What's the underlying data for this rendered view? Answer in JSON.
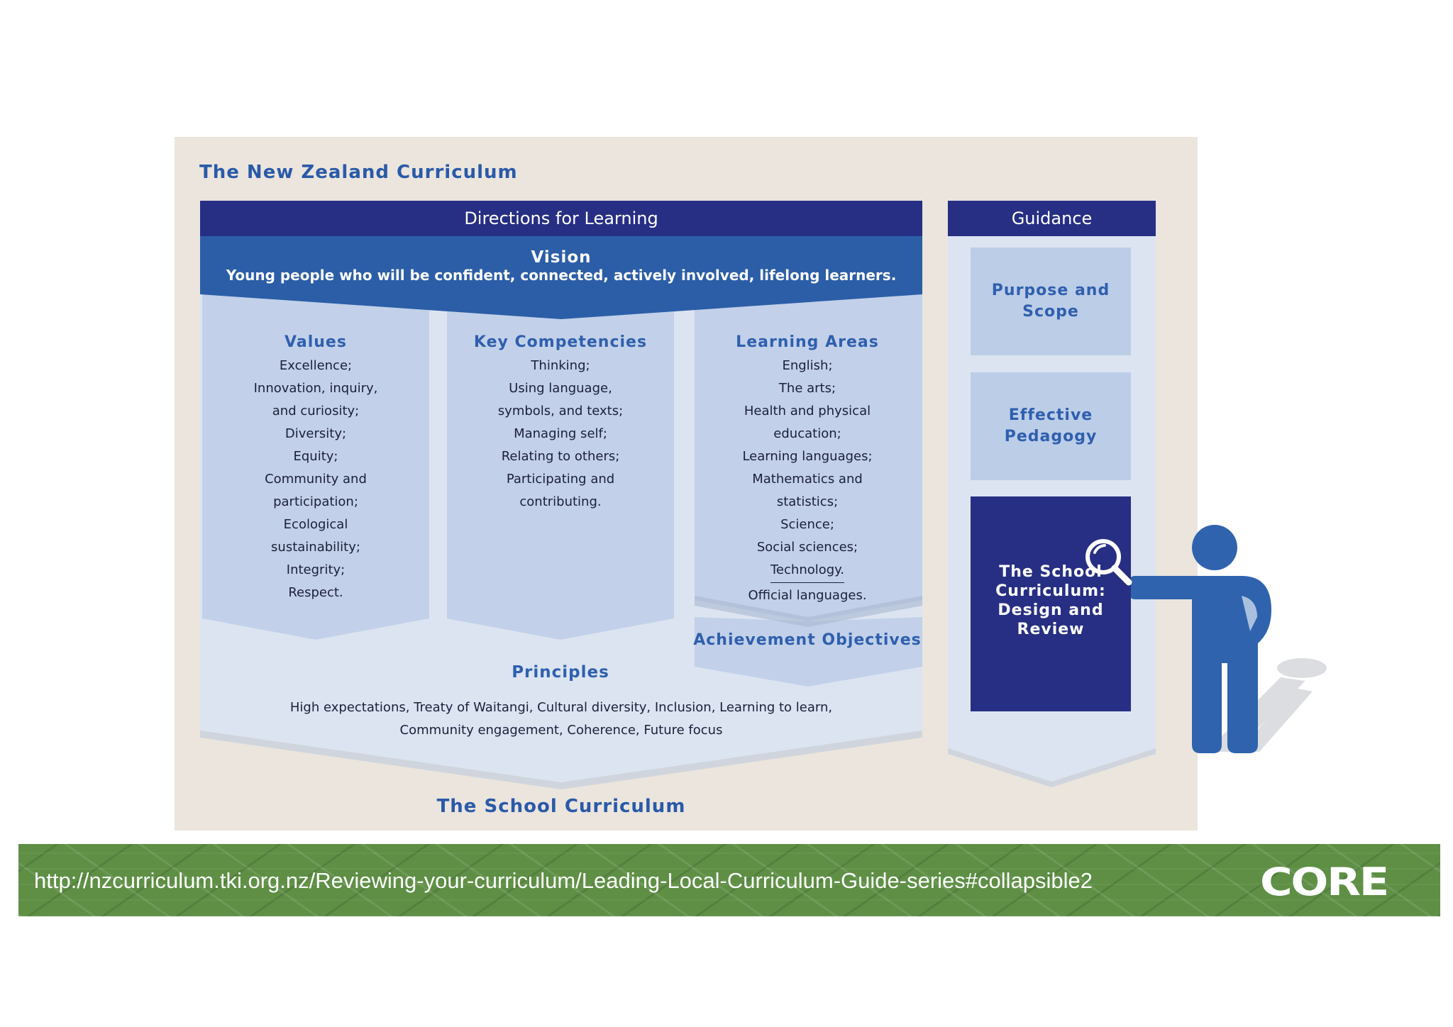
{
  "diagram": {
    "title": "The New Zealand Curriculum",
    "directions": "Directions for Learning",
    "vision_title": "Vision",
    "vision_text": "Young people who will be confident, connected, actively involved, lifelong learners.",
    "values": {
      "title": "Values",
      "items": [
        "Excellence;",
        "Innovation, inquiry,",
        "and curiosity;",
        "Diversity;",
        "Equity;",
        "Community and",
        "participation;",
        "Ecological",
        "sustainability;",
        "Integrity;",
        "Respect."
      ]
    },
    "key_competencies": {
      "title": "Key Competencies",
      "items": [
        "Thinking;",
        "Using language,",
        "symbols, and texts;",
        "Managing self;",
        "Relating to others;",
        "Participating and",
        "contributing."
      ]
    },
    "learning_areas": {
      "title": "Learning Areas",
      "items": [
        "English;",
        "The arts;",
        "Health and physical",
        "education;",
        "Learning languages;",
        "Mathematics and",
        "statistics;",
        "Science;",
        "Social sciences;",
        "Technology.",
        "Official languages."
      ]
    },
    "achievement_objectives": "Achievement Objectives",
    "principles_title": "Principles",
    "principles_text": "High expectations, Treaty of Waitangi, Cultural diversity, Inclusion, Learning to learn, Community engagement, Coherence, Future focus",
    "school_curriculum": "The School Curriculum",
    "guidance": {
      "title": "Guidance",
      "purpose": "Purpose and Scope",
      "pedagogy": "Effective Pedagogy",
      "design_review": "The School Curriculum: Design and Review"
    }
  },
  "footer": {
    "url": "http://nzcurriculum.tki.org.nz/Reviewing-your-curriculum/Leading-Local-Curriculum-Guide-series#collapsible2",
    "logo": "CORE"
  },
  "icons": [
    "magnifier-icon",
    "person-figure-icon"
  ],
  "colors": {
    "dark_navy": "#272f84",
    "vision_blue": "#2c5ea8",
    "heading_blue": "#2f5fae",
    "panel_bg": "#ebe5dd",
    "arrow_light": "#c2d1e9",
    "principles_bg": "#dce4f1",
    "figure_blue": "#2f63ad",
    "footer_green": "#5e8f45"
  }
}
